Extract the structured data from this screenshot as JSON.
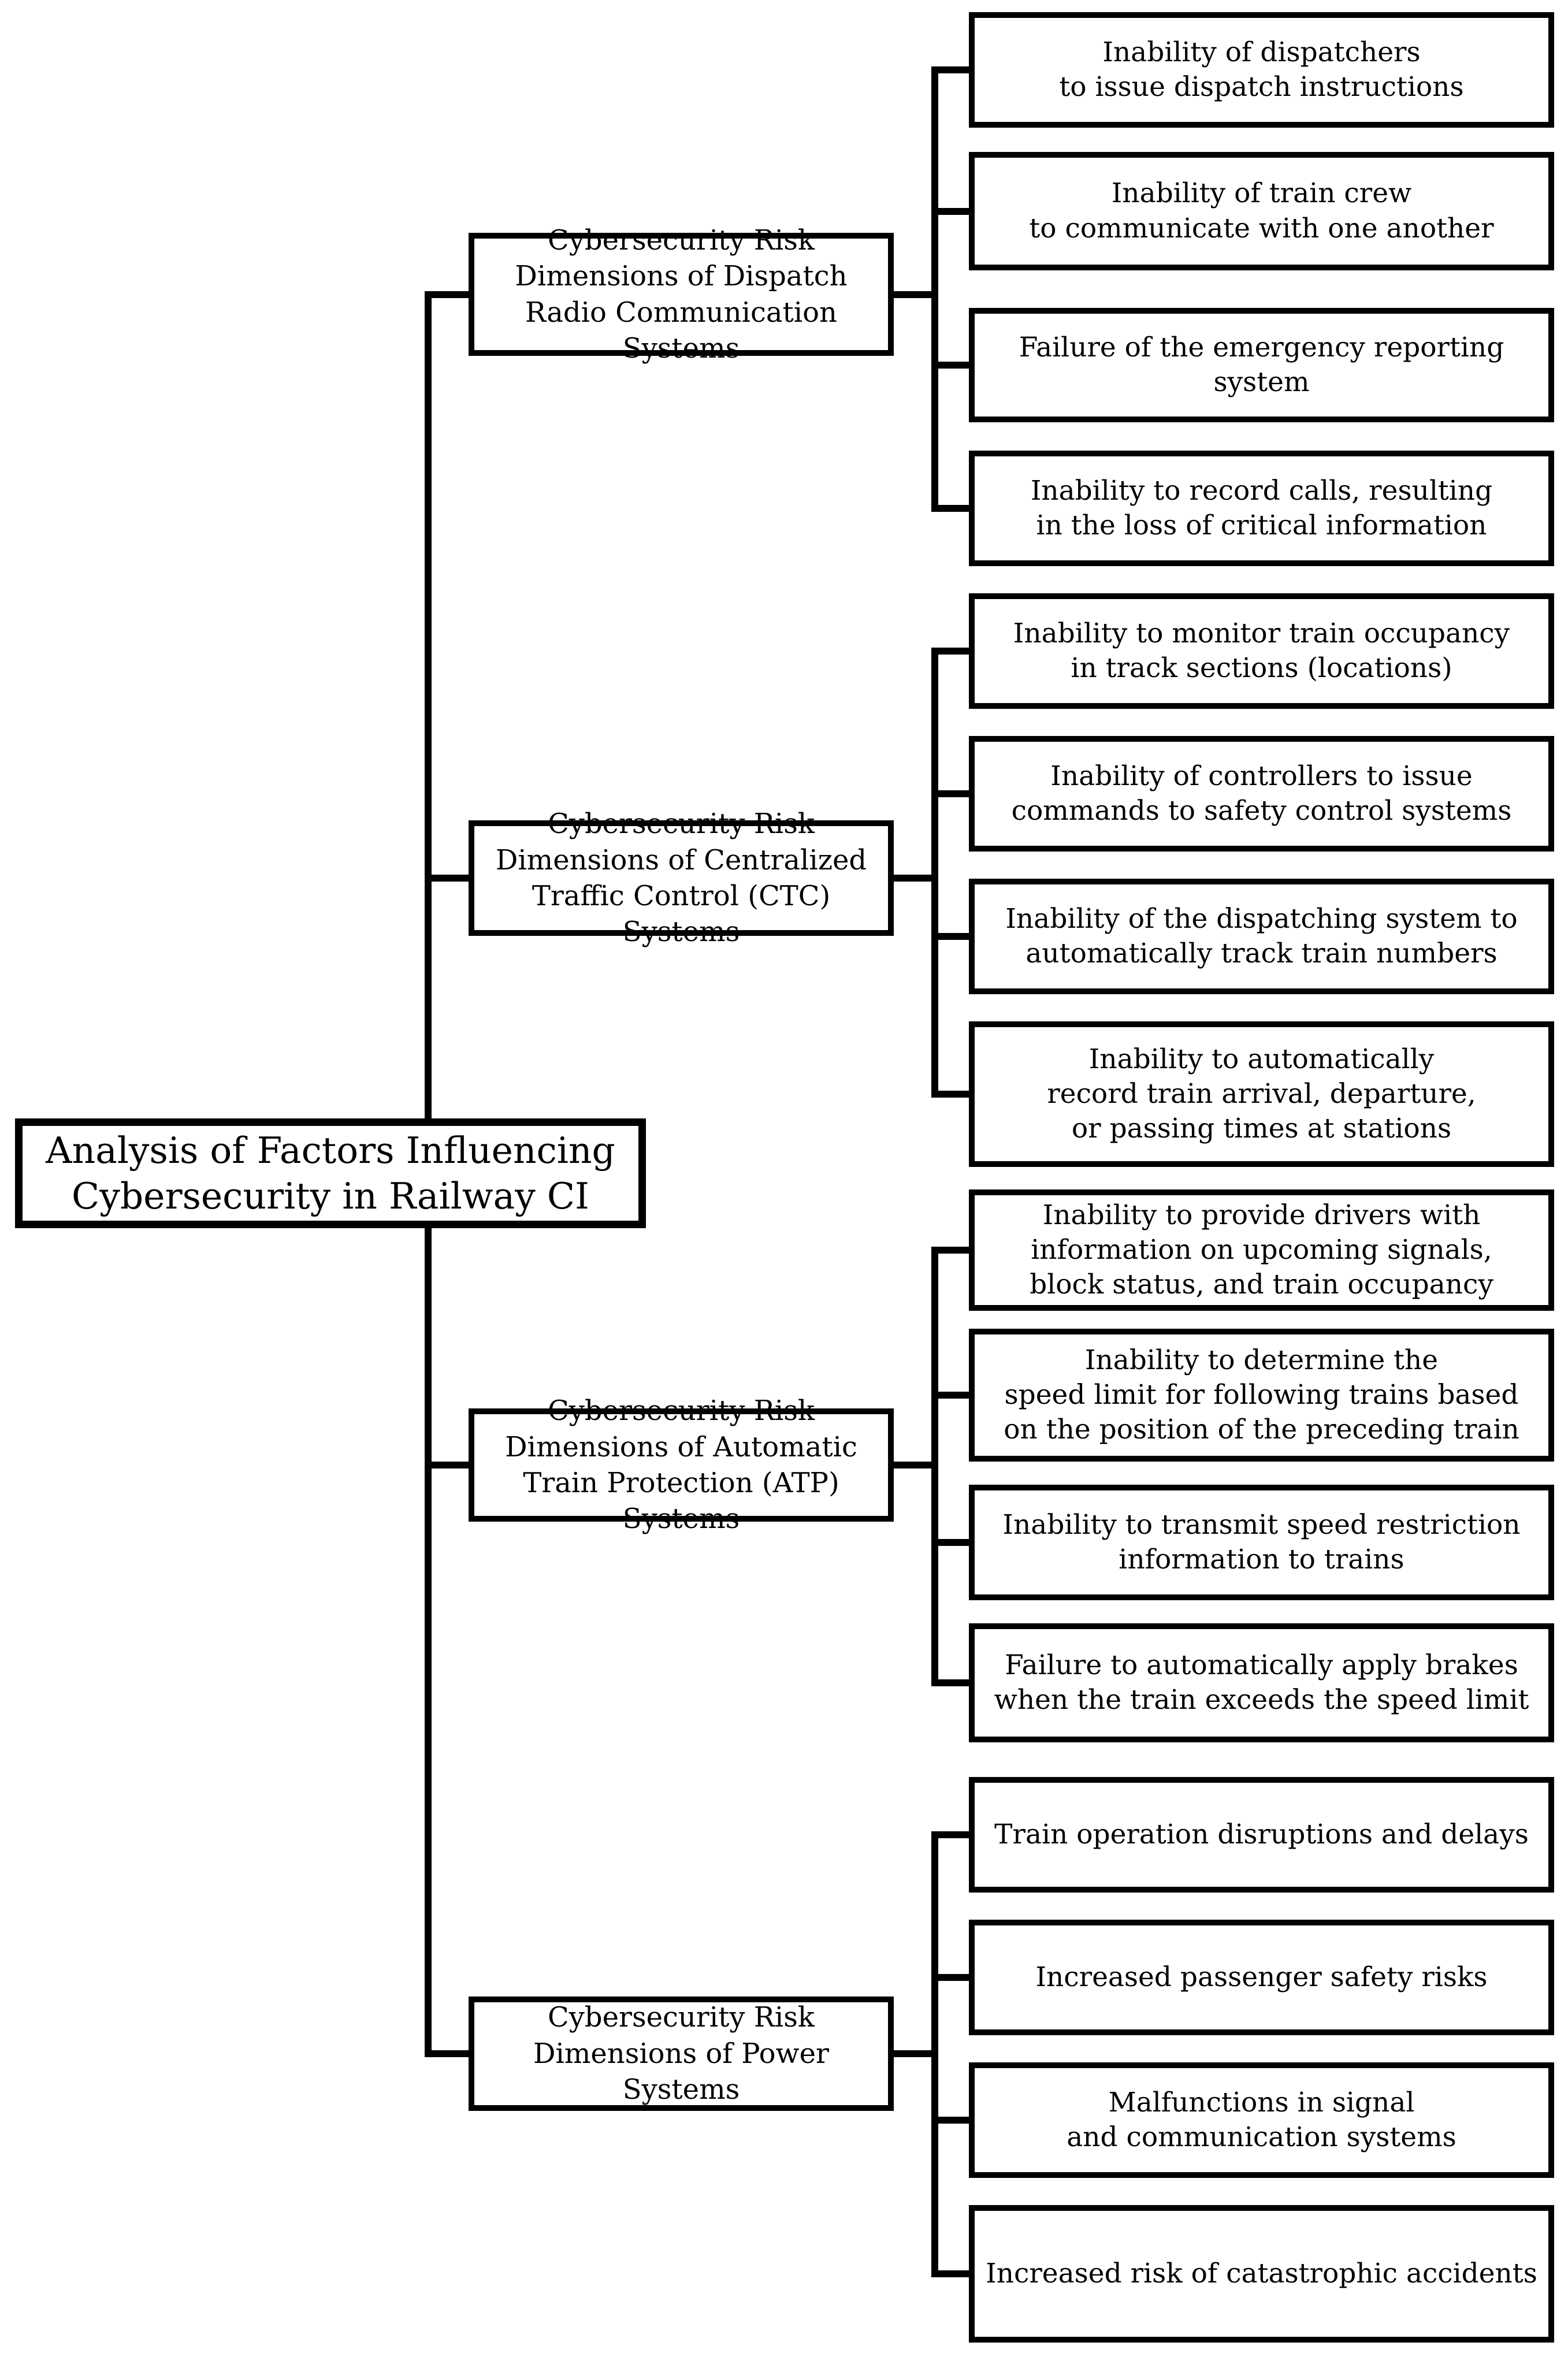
{
  "diagram": {
    "title": "Analysis of Factors Influencing Cybersecurity in Railway CI",
    "colors": {
      "line": "#000000",
      "box_background": "#ffffff",
      "text": "#000000",
      "page_background": "#ffffff"
    },
    "root": {
      "label": "Analysis of Factors Influencing\nCybersecurity in Railway CI"
    },
    "branches": [
      {
        "label": "Cybersecurity Risk\nDimensions of Dispatch\nRadio Communication Systems",
        "leaves": [
          "Inability of dispatchers\nto issue dispatch instructions",
          "Inability of train crew\nto communicate with one another",
          "Failure of the emergency reporting system",
          "Inability to record calls, resulting\nin the loss of critical information"
        ]
      },
      {
        "label": "Cybersecurity Risk\nDimensions of Centralized\nTraffic Control (CTC) Systems",
        "leaves": [
          "Inability to monitor train occupancy\nin track sections (locations)",
          "Inability of controllers to issue\ncommands to safety control systems",
          "Inability of the dispatching system to\nautomatically track train numbers",
          "Inability to automatically\nrecord train arrival, departure,\nor passing times at stations"
        ]
      },
      {
        "label": "Cybersecurity Risk\nDimensions of Automatic\nTrain Protection (ATP) Systems",
        "leaves": [
          "Inability to provide drivers with\ninformation on upcoming signals,\nblock status, and train occupancy",
          "Inability to determine the\nspeed limit for following trains based\non the position of the preceding train",
          "Inability to transmit speed restriction\ninformation to trains",
          "Failure to automatically apply brakes\nwhen the train exceeds the speed limit"
        ]
      },
      {
        "label": "Cybersecurity Risk\nDimensions of Power Systems",
        "leaves": [
          "Train operation disruptions and delays",
          "Increased passenger safety risks",
          "Malfunctions in signal\nand communication systems",
          "Increased risk of catastrophic accidents"
        ]
      }
    ]
  }
}
